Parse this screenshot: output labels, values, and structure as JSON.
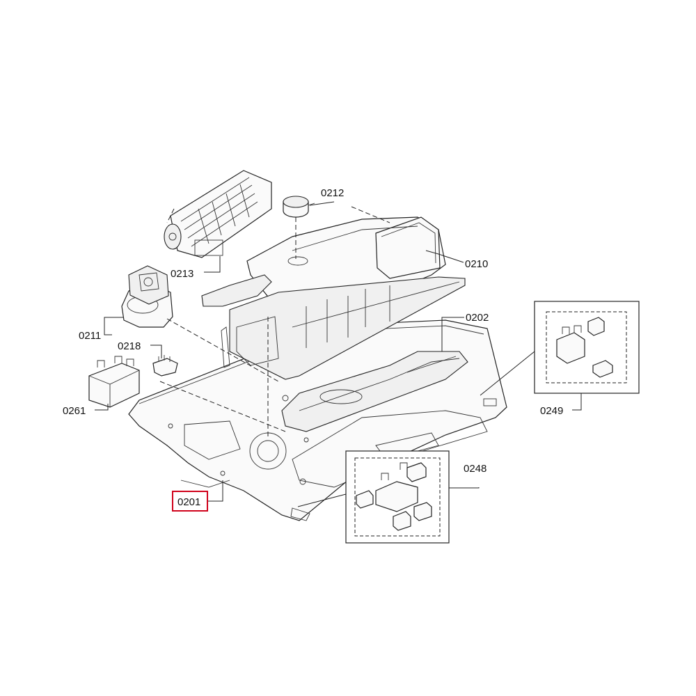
{
  "labels": {
    "p0212": "0212",
    "p0213": "0213",
    "p0210": "0210",
    "p0211": "0211",
    "p0202": "0202",
    "p0218": "0218",
    "p0249": "0249",
    "p0261": "0261",
    "p0248": "0248",
    "p0201": "0201"
  },
  "highlighted_part": "0201",
  "colors": {
    "highlight": "#d0021b",
    "line": "#222222",
    "fill": "#fafafa"
  }
}
